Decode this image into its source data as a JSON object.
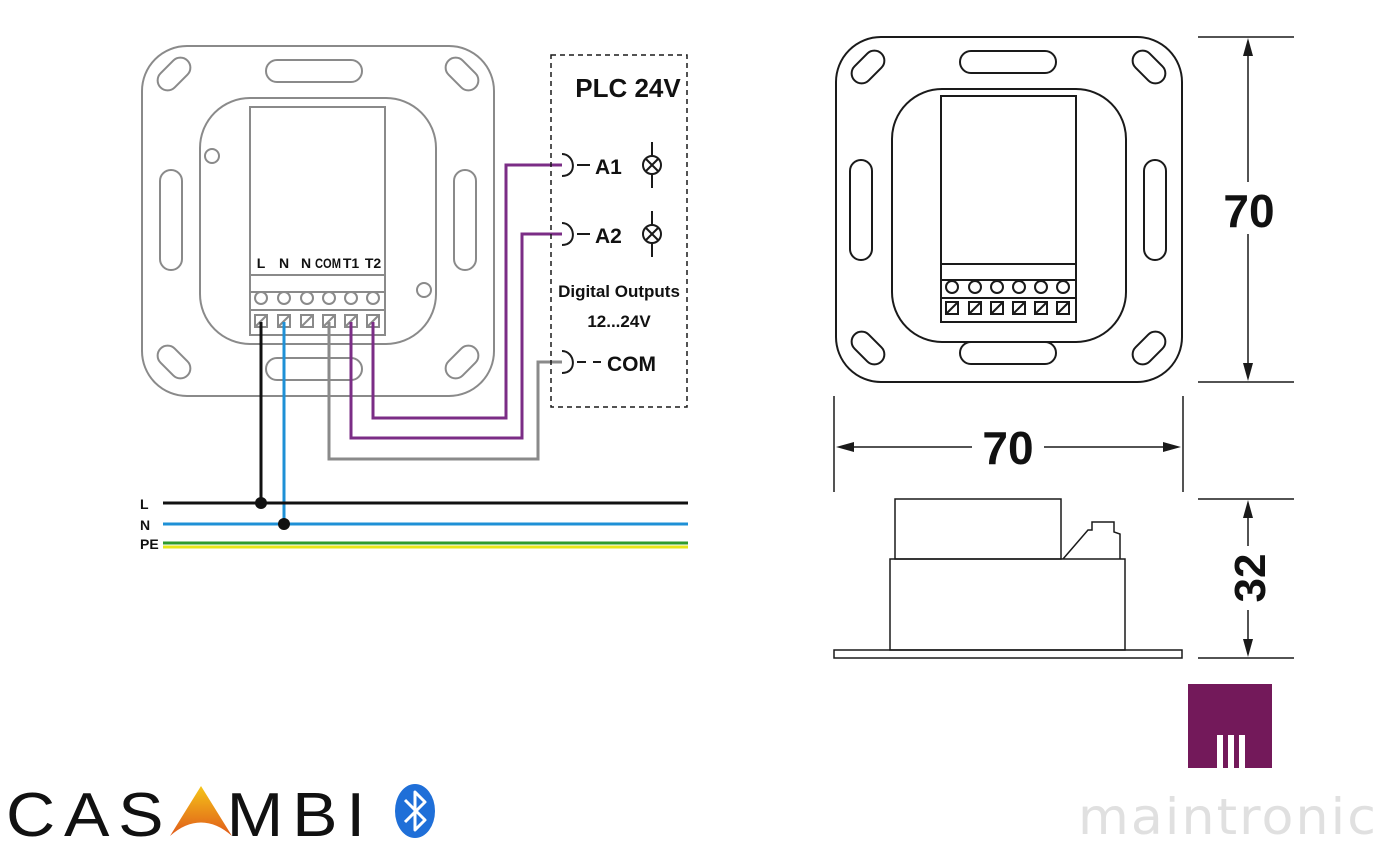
{
  "wiring": {
    "terminal_labels": [
      "L",
      "N",
      "N",
      "COM",
      "T1",
      "T2"
    ],
    "plc_title": "PLC 24V",
    "outputs": [
      "A1",
      "A2"
    ],
    "com_label": "COM",
    "digital_outputs_label": "Digital Outputs",
    "voltage_range": "12...24V",
    "bus_labels": [
      "L",
      "N",
      "PE"
    ]
  },
  "dimensions": {
    "width": "70",
    "height": "70",
    "depth": "32"
  },
  "branding": {
    "casambi": "CASAMBI",
    "maintronic": "maintronic"
  },
  "colors": {
    "live": "#111111",
    "neutral": "#1e90d6",
    "pe_green": "#2e9a2e",
    "pe_yellow": "#e6e619",
    "output": "#7b2d86",
    "com_wire": "#8a8a8a",
    "maintronic_brand": "#73195a",
    "bluetooth": "#1f6fd8"
  },
  "icons": [
    "lamp-icon",
    "bluetooth-icon",
    "maintronic-logo-icon",
    "casambi-a-icon"
  ]
}
